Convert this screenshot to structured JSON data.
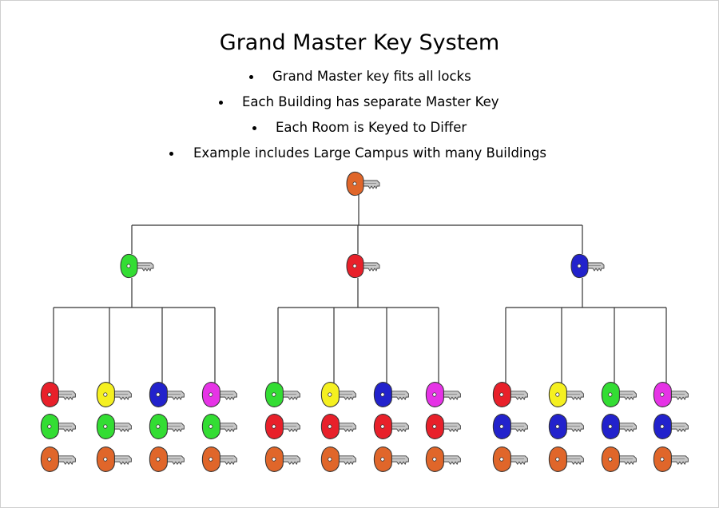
{
  "title": "Grand Master Key System",
  "bullets": [
    "Grand Master key fits all locks",
    "Each Building has separate Master Key",
    "Each Room is Keyed to Differ",
    "Example includes Large Campus with many Buildings"
  ],
  "colors": {
    "orange": "#e0662a",
    "green": "#33dd33",
    "red": "#e8202a",
    "blue": "#2222cc",
    "yellow": "#f5f020",
    "magenta": "#e633e6",
    "blade": "#c8c8c8",
    "line": "#333333"
  },
  "hierarchy": {
    "grand_master_key": {
      "color": "orange",
      "icon": "key-icon"
    },
    "buildings": [
      {
        "master_key": "green",
        "rooms": [
          [
            "red",
            "green",
            "orange"
          ],
          [
            "yellow",
            "green",
            "orange"
          ],
          [
            "blue",
            "green",
            "orange"
          ],
          [
            "magenta",
            "green",
            "orange"
          ]
        ]
      },
      {
        "master_key": "red",
        "rooms": [
          [
            "green",
            "red",
            "orange"
          ],
          [
            "yellow",
            "red",
            "orange"
          ],
          [
            "blue",
            "red",
            "orange"
          ],
          [
            "magenta",
            "red",
            "orange"
          ]
        ]
      },
      {
        "master_key": "blue",
        "rooms": [
          [
            "red",
            "blue",
            "orange"
          ],
          [
            "yellow",
            "blue",
            "orange"
          ],
          [
            "green",
            "blue",
            "orange"
          ],
          [
            "magenta",
            "blue",
            "orange"
          ]
        ]
      }
    ]
  }
}
